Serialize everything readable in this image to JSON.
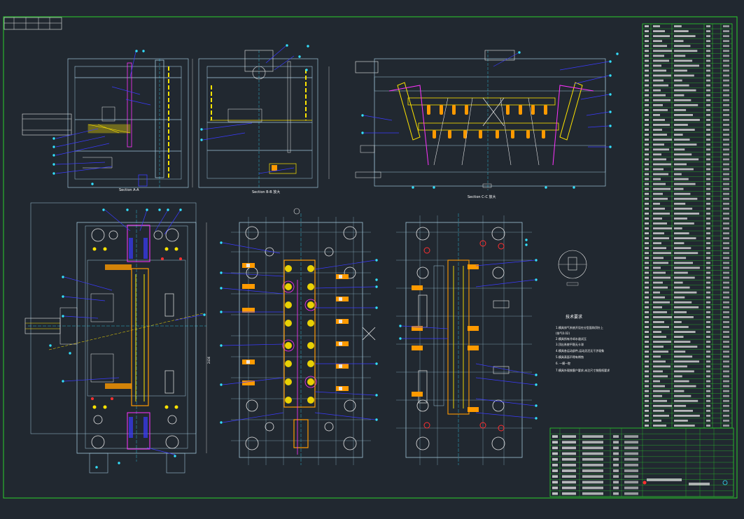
{
  "drawing": {
    "background": "#212830",
    "colors": {
      "frame": "#2bd12b",
      "outline": "#9fc4d8",
      "blue": "#3b3bff",
      "yellow": "#ffe400",
      "orange": "#ff9a00",
      "magenta": "#ff33ff",
      "cyan": "#33e0ff",
      "red": "#ff3030",
      "white": "#e8e8e8"
    }
  },
  "views": [
    {
      "id": "section-a",
      "caption": "Section A-A"
    },
    {
      "id": "section-b",
      "caption": "Section B-B 放大"
    },
    {
      "id": "section-c",
      "caption": "Section C-C 放大"
    },
    {
      "id": "plan-left",
      "caption": ""
    },
    {
      "id": "plan-center",
      "caption": ""
    },
    {
      "id": "plan-right",
      "caption": ""
    }
  ],
  "notes": {
    "title": "技术要求",
    "lines": [
      "1.模具排气系统开设在分型面和顶针上",
      "  (排气0.02)",
      "2.模具所有冷却水道试压",
      "3.顶出系统平稳无卡滞",
      "4.模具各运动部件,运动灵活无干涉现象",
      "5.模具表面不得有锈蚀",
      "6. 一模一腔",
      "7.模具外观按客户要求,未注尺寸按图纸要求"
    ]
  },
  "dimensions": {
    "plan_left_height": "2436"
  },
  "title_block": {
    "rows": 12
  },
  "parts_list": {
    "rows": 82
  }
}
